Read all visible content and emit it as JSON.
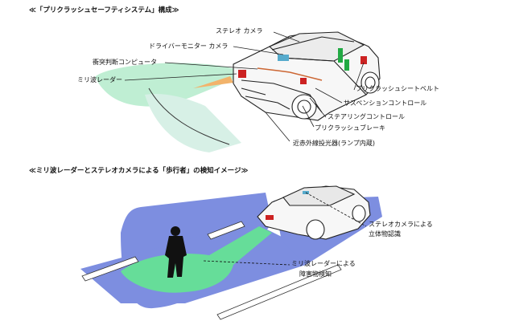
{
  "section1": {
    "title": "≪「プリクラッシュセーフティシステム」構成≫",
    "labels": {
      "stereo_camera": "ステレオ カメラ",
      "driver_monitor": "ドライバーモニター カメラ",
      "collision_computer": "衝突判断コンピュータ",
      "mmw_radar": "ミリ波レーダー",
      "seatbelt": "プリクラッシュシートベルト",
      "suspension": "サスペンションコントロール",
      "steering": "ステアリングコントロール",
      "brake": "プリクラッシュブレーキ",
      "near_ir": "近赤外線投光器(ランプ内蔵)"
    }
  },
  "section2": {
    "title": "≪ミリ波レーダーとステレオカメラによる「歩行者」の検知イメージ≫",
    "labels": {
      "stereo_line1": "ステレオカメラによる",
      "stereo_line2": "立体物認識",
      "radar_line1": "ミリ波レーダーによる",
      "radar_line2": "障害物検知"
    }
  },
  "colors": {
    "radar_green": "#66dd99",
    "camera_blue": "#7788dd",
    "road_white": "#ffffff",
    "car_line": "#222222"
  }
}
